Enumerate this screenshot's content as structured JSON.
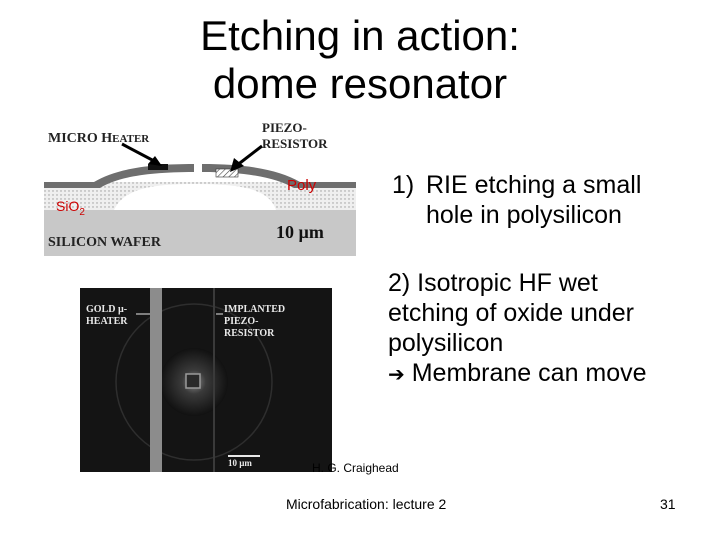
{
  "slide": {
    "title_line1": "Etching in action:",
    "title_line2": "dome resonator",
    "step1_num": "1)",
    "step1_line1": "RIE etching a small",
    "step1_line2": "hole in polysilicon",
    "step2_line1": "2) Isotropic HF wet",
    "step2_line2": "etching of   oxide under",
    "step2_line3": "polysilicon",
    "step2_line4": "Membrane can move",
    "arrow_icon": "bold-right-arrow",
    "credit": "H. G. Craighead",
    "footer": "Microfabrication: lecture 2",
    "page": "31"
  },
  "schematic": {
    "micro_heater_1": "MICRO H",
    "micro_heater_2": "EATER",
    "piezo_1": "PIEZO-",
    "piezo_2": "RESISTOR",
    "sio2": "SiO",
    "sio2_sub": "2",
    "poly": "Poly",
    "silicon_wafer": "SILICON WAFER",
    "scale": "10 µm",
    "colors": {
      "poly_label": "#cc0000",
      "sio2_label": "#cc0000",
      "wafer": "#c8c8c8",
      "oxide": "#e6e6e6"
    }
  },
  "micrograph": {
    "gold_1": "GOLD µ-",
    "gold_2": "HEATER",
    "impl_1": "IMPLANTED",
    "impl_2": "PIEZO-",
    "impl_3": "RESISTOR",
    "scale": "10 µm"
  }
}
